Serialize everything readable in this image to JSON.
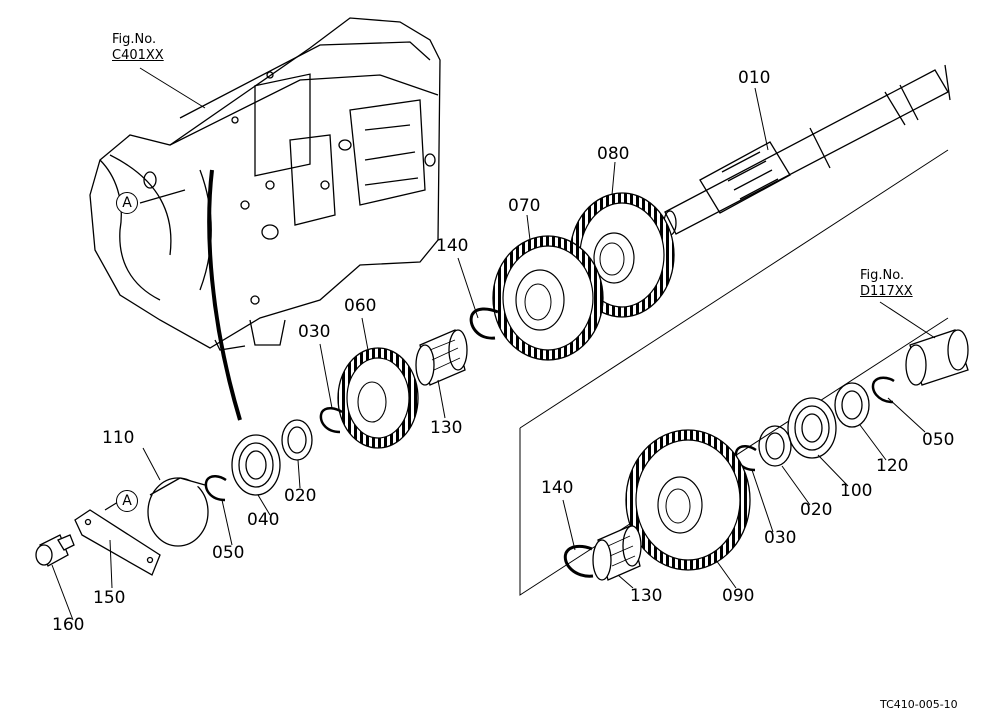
{
  "figure_refs": {
    "housing": {
      "heading": "Fig.No.",
      "code": "C401XX"
    },
    "sleeve": {
      "heading": "Fig.No.",
      "code": "D117XX"
    }
  },
  "callout_marker": "A",
  "labels": {
    "p010": "010",
    "p080": "080",
    "p070": "070",
    "p140_upper": "140",
    "p060": "060",
    "p030_upper": "030",
    "p130_upper": "130",
    "p110": "110",
    "p020_left": "020",
    "p040": "040",
    "p050_left": "050",
    "p150": "150",
    "p160": "160",
    "p140_lower": "140",
    "p130_lower": "130",
    "p090": "090",
    "p030_lower": "030",
    "p020_right": "020",
    "p100": "100",
    "p120": "120",
    "p050_right": "050"
  },
  "drawing_number": "TC410-005-10",
  "colors": {
    "ink": "#000000",
    "paper": "#ffffff"
  }
}
